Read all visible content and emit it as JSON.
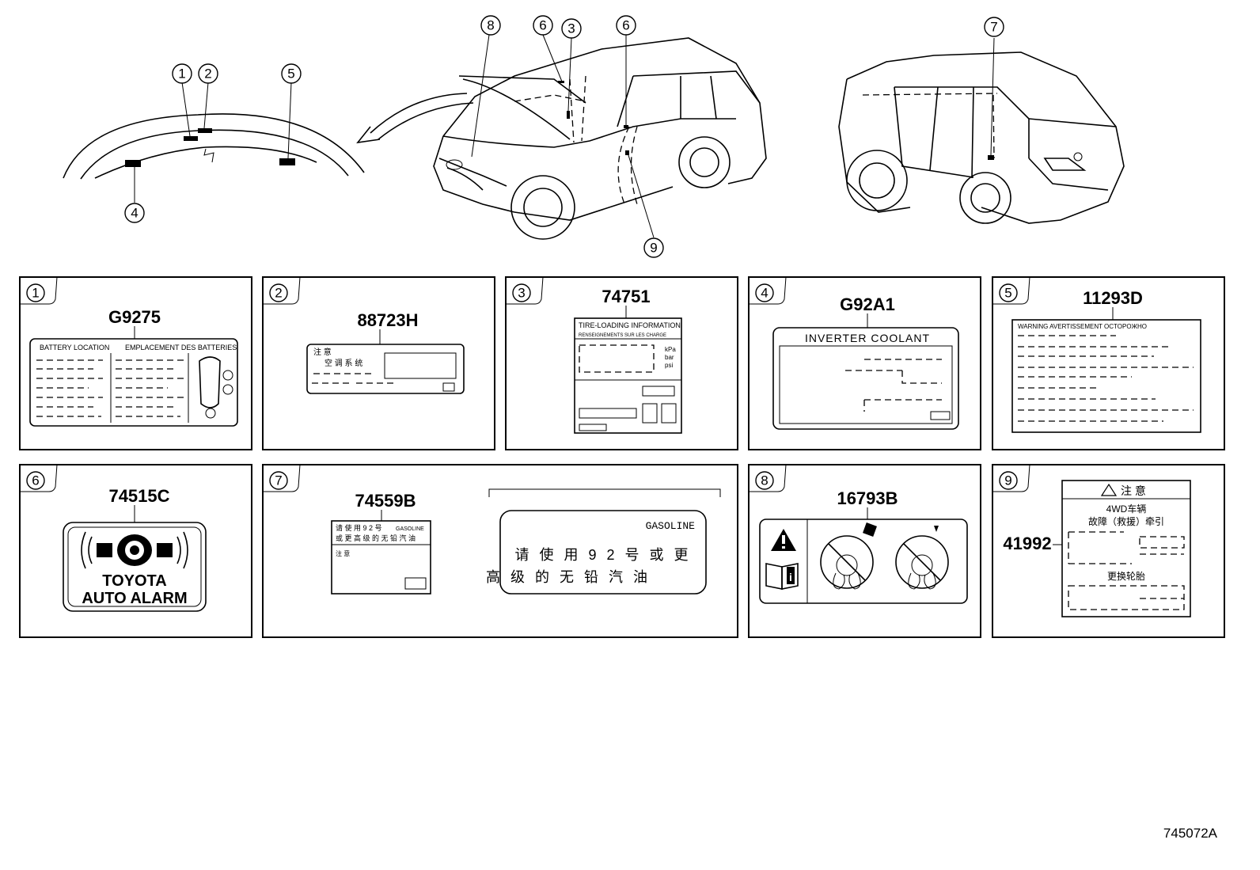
{
  "callouts": [
    "1",
    "2",
    "3",
    "4",
    "5",
    "6",
    "7",
    "8",
    "9"
  ],
  "panels": [
    {
      "num": "1",
      "part": "G9275",
      "header_left": "BATTERY LOCATION",
      "header_right": "EMPLACEMENT DES BATTERIES"
    },
    {
      "num": "2",
      "part": "88723H",
      "title": "注 意",
      "row": "空 调 系 统"
    },
    {
      "num": "3",
      "part": "74751",
      "title": "TIRE-LOADING INFORMATION",
      "subtitle": "RENSEIGNEMENTS SUR LES CHARGE",
      "units": [
        "kPa",
        "bar",
        "psi"
      ]
    },
    {
      "num": "4",
      "part": "G92A1",
      "title": "INVERTER COOLANT"
    },
    {
      "num": "5",
      "part": "11293D",
      "title": "WARNING AVERTISSEMENT OCTOPOЖНО"
    },
    {
      "num": "6",
      "part": "74515C",
      "line1": "TOYOTA",
      "line2": "AUTO ALARM"
    },
    {
      "num": "7",
      "part": "74559B",
      "small_line1": "请 使 用 9 2 号",
      "small_tag": "GASOLINE",
      "small_line2": "或 更 高 级 的 无 铅 汽 油",
      "small_note": "注 意",
      "big_header": "GASOLINE",
      "big_line1": "请 使 用 9 2 号 或 更",
      "big_line2": "高 级 的 无 铅 汽 油"
    },
    {
      "num": "8",
      "part": "16793B"
    },
    {
      "num": "9",
      "part": "41992",
      "title": "注 意",
      "line1": "4WD车辆",
      "line2": "故障（救援）牵引",
      "line3": "更换轮胎"
    }
  ],
  "figure_code": "745072A",
  "colors": {
    "ink": "#000000",
    "paper": "#ffffff"
  }
}
